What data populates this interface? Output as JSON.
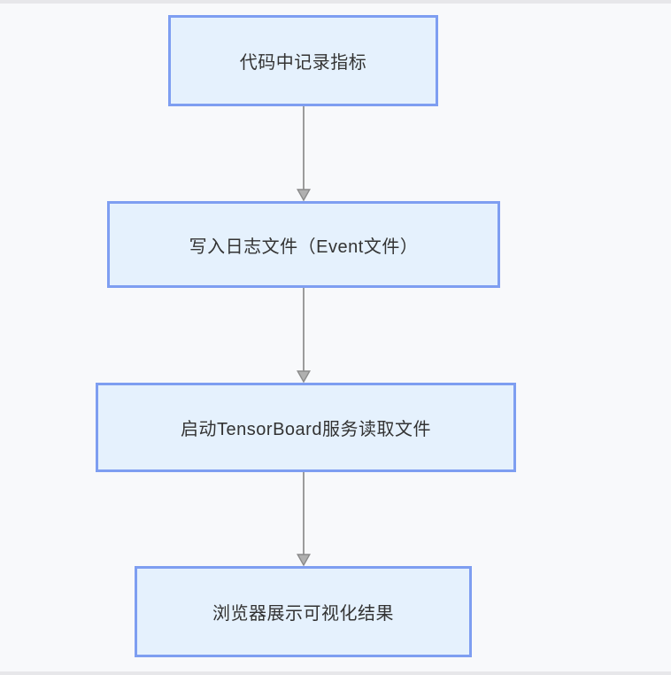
{
  "flowchart": {
    "type": "vertical-flow",
    "nodes": [
      {
        "id": "record-metrics",
        "label": "代码中记录指标"
      },
      {
        "id": "write-event-log",
        "label": "写入日志文件（Event文件）"
      },
      {
        "id": "start-tensorboard",
        "label": "启动TensorBoard服务读取文件"
      },
      {
        "id": "browser-visualize",
        "label": "浏览器展示可视化结果"
      }
    ],
    "edges": [
      {
        "from": "record-metrics",
        "to": "write-event-log"
      },
      {
        "from": "write-event-log",
        "to": "start-tensorboard"
      },
      {
        "from": "start-tensorboard",
        "to": "browser-visualize"
      }
    ],
    "colors": {
      "node_fill": "#e5f1fd",
      "node_border": "#7e9ef1",
      "text": "#333333",
      "arrow_line": "#9c9c9c",
      "arrow_head_fill": "#b0b0b0",
      "arrow_head_stroke": "#8b8b8b",
      "background": "#f8f9fb",
      "edge_strip": "#e7e7ea"
    }
  }
}
